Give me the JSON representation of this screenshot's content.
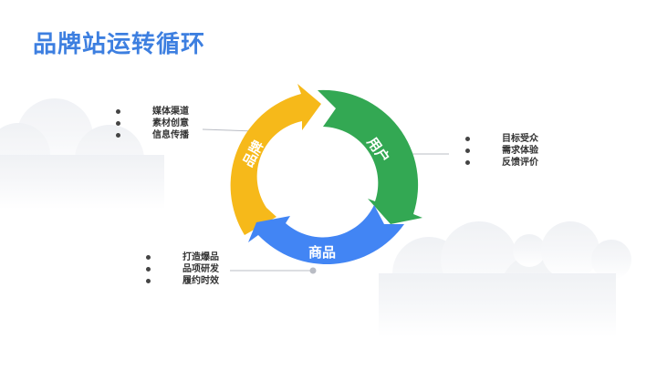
{
  "title": "品牌站运转循环",
  "colors": {
    "title": "#3d7fe0",
    "brand_segment": "#f6b91a",
    "user_segment": "#33a853",
    "product_segment": "#4285f4",
    "connector_line": "#b9bcc4"
  },
  "segments": {
    "brand": {
      "label": "品牌",
      "bullets": [
        "媒体渠道",
        "素材创意",
        "信息传播"
      ]
    },
    "user": {
      "label": "用户",
      "bullets": [
        "目标受众",
        "需求体验",
        "反馈评价"
      ]
    },
    "product": {
      "label": "商品",
      "bullets": [
        "打造爆品",
        "品项研发",
        "履约时效"
      ]
    }
  }
}
